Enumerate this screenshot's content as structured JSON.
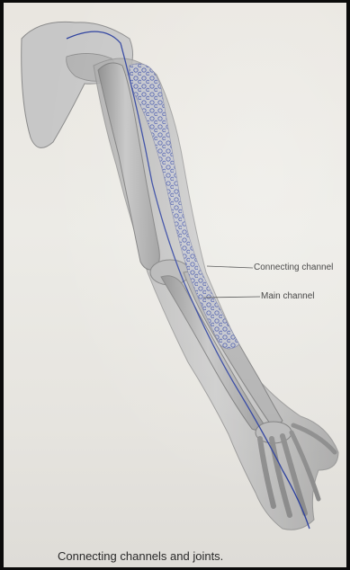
{
  "figure": {
    "labels": {
      "connecting_channel": "Connecting channel",
      "main_channel": "Main channel"
    },
    "caption": "Connecting channels and joints."
  },
  "colors": {
    "channel_line": "#2b3f9e",
    "bone_fill": "#b8b8b8",
    "bone_dark": "#8f8f8f",
    "page": "#ebe9e4"
  }
}
